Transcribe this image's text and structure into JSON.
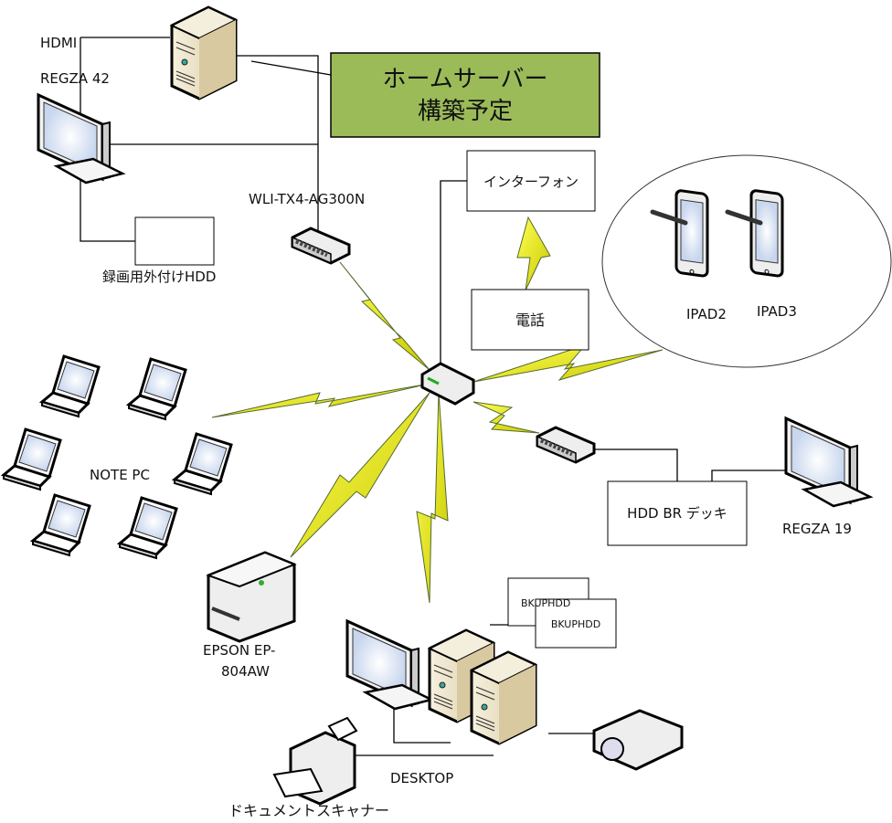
{
  "diagram": {
    "title_box": {
      "line1": "ホームサーバー",
      "line2": "構築予定",
      "fill": "#9bbb59"
    },
    "labels": {
      "hdmi": "HDMI",
      "regza42": "REGZA 42",
      "wli": "WLI-TX4-AG300N",
      "ext_hdd": "録画用外付けHDD",
      "interphone": "インターフォン",
      "phone": "電話",
      "ipad2": "IPAD2",
      "ipad3": "IPAD3",
      "note_pc": "NOTE PC",
      "hdd_br": "HDD BR デッキ",
      "regza19": "REGZA 19",
      "epson1": "EPSON EP-",
      "epson2": "804AW",
      "bkup1": "BKUPHDD",
      "bkup2": "BKUPHDD",
      "desktop": "DESKTOP",
      "scanner": "ドキュメントスキャナー"
    },
    "colors": {
      "bolt": "#e8e800",
      "bolt_edge": "#6b7a2a",
      "server": "#e9dfc4",
      "screen": "#dde6f5"
    }
  }
}
